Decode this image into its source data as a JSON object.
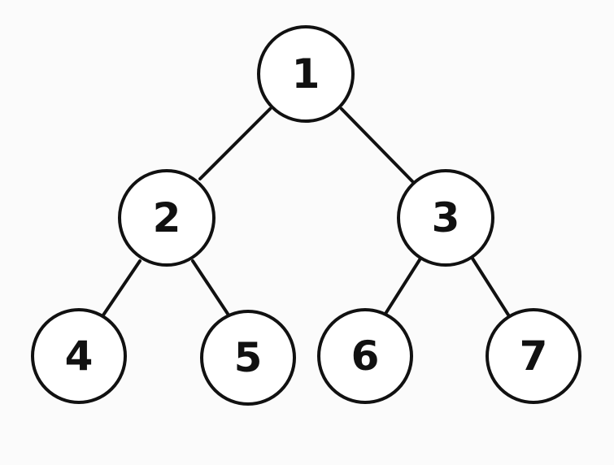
{
  "tree": {
    "nodes": [
      {
        "id": "1",
        "label": "1"
      },
      {
        "id": "2",
        "label": "2"
      },
      {
        "id": "3",
        "label": "3"
      },
      {
        "id": "4",
        "label": "4"
      },
      {
        "id": "5",
        "label": "5"
      },
      {
        "id": "6",
        "label": "6"
      },
      {
        "id": "7",
        "label": "7"
      }
    ],
    "edges": [
      {
        "from": "1",
        "to": "2"
      },
      {
        "from": "1",
        "to": "3"
      },
      {
        "from": "2",
        "to": "4"
      },
      {
        "from": "2",
        "to": "5"
      },
      {
        "from": "3",
        "to": "6"
      },
      {
        "from": "3",
        "to": "7"
      }
    ]
  },
  "colors": {
    "background": "#fbfbfb",
    "stroke": "#111111",
    "node_fill": "#ffffff",
    "text": "#111111"
  }
}
